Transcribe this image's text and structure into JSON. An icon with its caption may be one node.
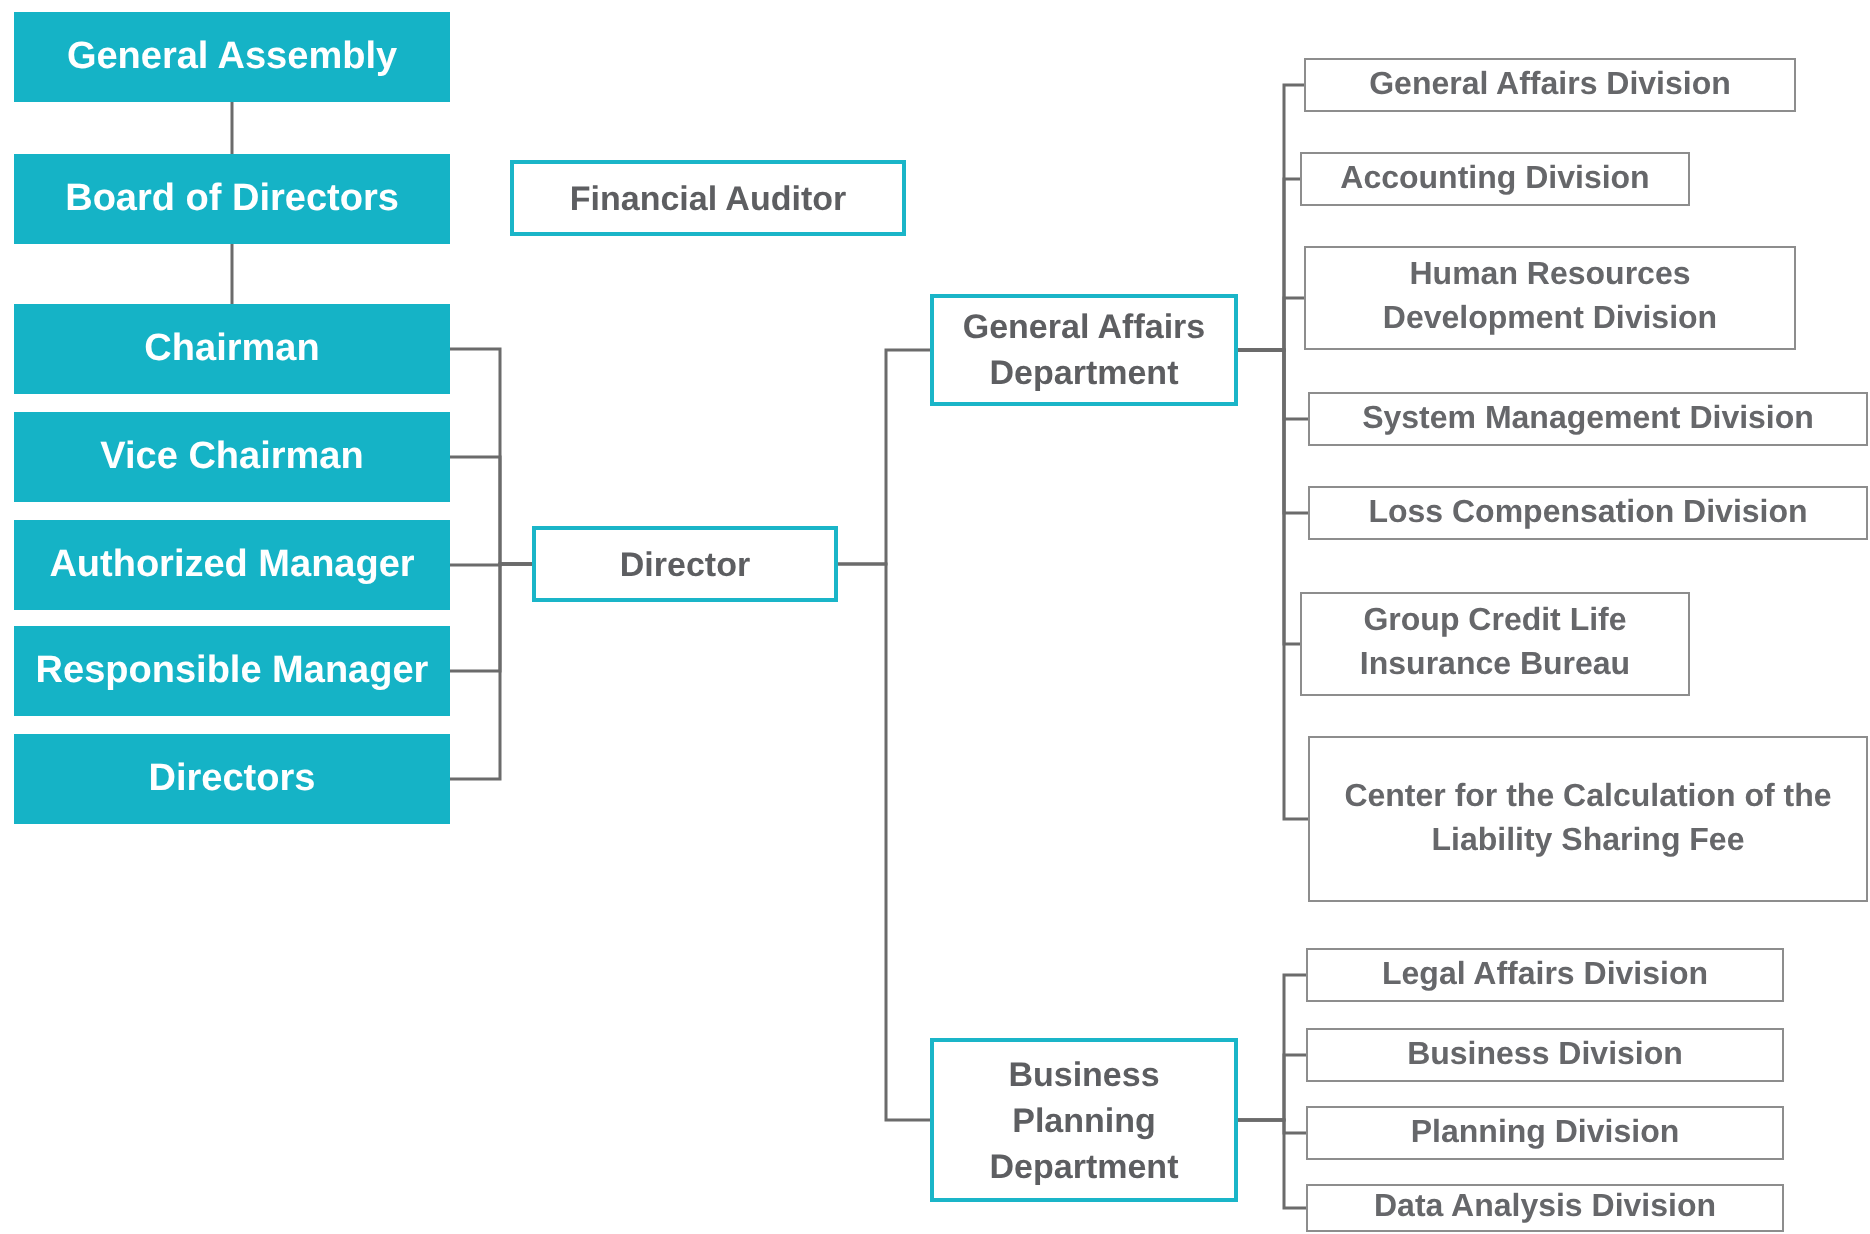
{
  "diagram": {
    "nodes": [
      {
        "text": [
          "General Assembly"
        ]
      },
      {
        "text": [
          "Board of Directors"
        ]
      },
      {
        "text": [
          "Financial Auditor"
        ]
      },
      {
        "text": [
          "Chairman"
        ]
      },
      {
        "text": [
          "Vice Chairman"
        ]
      },
      {
        "text": [
          "Authorized Manager"
        ]
      },
      {
        "text": [
          "Responsible Manager"
        ]
      },
      {
        "text": [
          "Directors"
        ]
      },
      {
        "text": [
          "Director"
        ]
      },
      {
        "text": [
          "General Affairs Department"
        ]
      },
      {
        "text": [
          "General Affairs Division"
        ]
      },
      {
        "text": [
          "Accounting Division"
        ]
      },
      {
        "text": [
          "Human Resources Development Division"
        ]
      },
      {
        "text": [
          "System Management Division"
        ]
      },
      {
        "text": [
          "Loss Compensation Division"
        ]
      },
      {
        "text": [
          "Group Credit Life Insurance Bureau"
        ]
      },
      {
        "text": [
          "Center for the Calculation of the Liability Sharing Fee"
        ]
      },
      {
        "text": [
          "Business Planning Department"
        ]
      },
      {
        "text": [
          "Legal Affairs Division"
        ]
      },
      {
        "text": [
          "Business Division"
        ]
      },
      {
        "text": [
          "Planning Division"
        ]
      },
      {
        "text": [
          "Data Analysis Division"
        ]
      }
    ],
    "edges": [
      {
        "from": 0,
        "to": 1,
        "arrow": "none"
      },
      {
        "from": 1,
        "to": 3,
        "arrow": "none"
      },
      {
        "from": 3,
        "to": 8,
        "arrow": "none"
      },
      {
        "from": 4,
        "to": 8,
        "arrow": "none"
      },
      {
        "from": 5,
        "to": 8,
        "arrow": "none"
      },
      {
        "from": 6,
        "to": 8,
        "arrow": "none"
      },
      {
        "from": 7,
        "to": 8,
        "arrow": "none"
      },
      {
        "from": 8,
        "to": 9,
        "arrow": "none"
      },
      {
        "from": 8,
        "to": 17,
        "arrow": "none"
      },
      {
        "from": 9,
        "to": 10,
        "arrow": "none"
      },
      {
        "from": 9,
        "to": 11,
        "arrow": "none"
      },
      {
        "from": 9,
        "to": 12,
        "arrow": "none"
      },
      {
        "from": 9,
        "to": 13,
        "arrow": "none"
      },
      {
        "from": 9,
        "to": 14,
        "arrow": "none"
      },
      {
        "from": 9,
        "to": 15,
        "arrow": "none"
      },
      {
        "from": 9,
        "to": 16,
        "arrow": "none"
      },
      {
        "from": 17,
        "to": 18,
        "arrow": "none"
      },
      {
        "from": 17,
        "to": 19,
        "arrow": "none"
      },
      {
        "from": 17,
        "to": 20,
        "arrow": "none"
      },
      {
        "from": 17,
        "to": 21,
        "arrow": "none"
      }
    ]
  }
}
